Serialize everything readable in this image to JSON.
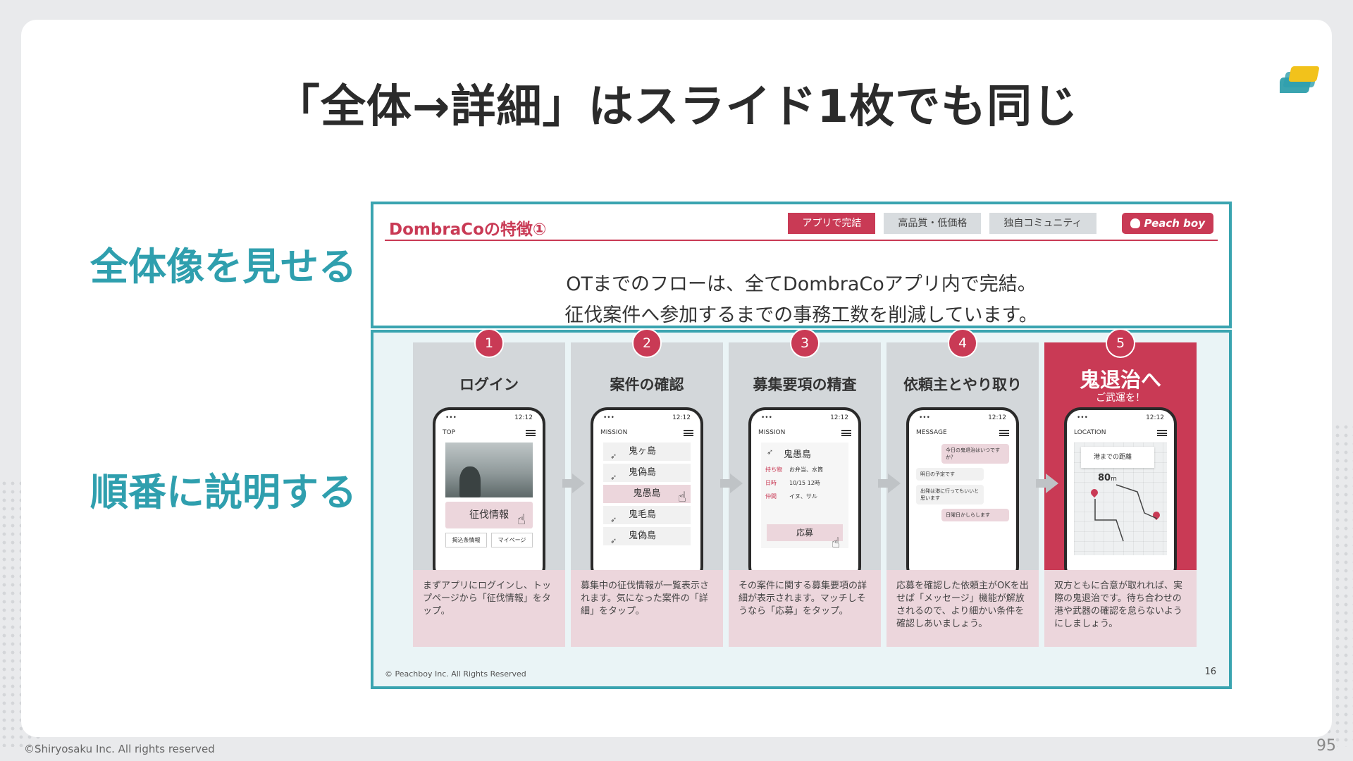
{
  "slide": {
    "title": "「全体→詳細」はスライド1枚でも同じ",
    "label_overview": "全体像を見せる",
    "label_order": "順番に説明する",
    "copyright": "©Shiryosaku Inc. All rights reserved",
    "page_number": "95"
  },
  "colors": {
    "accent": "#3aa4b0",
    "brand": "#c93a55",
    "label": "#2f9fae"
  },
  "inner": {
    "title": "DombraCoの特徴①",
    "tabs": [
      "アプリで完結",
      "高品質・低価格",
      "独自コミュニティ"
    ],
    "brand": "Peach boy",
    "headline_1": "OTまでのフローは、全てDombraCoアプリ内で完結。",
    "headline_2": "征伐案件へ参加するまでの事務工数を削減しています。",
    "footer": "© Peachboy Inc. All Rights Reserved",
    "page": "16",
    "steps": [
      {
        "num": "1",
        "label": "ログイン",
        "desc": "まずアプリにログインし、トップページから「征伐情報」をタップ。"
      },
      {
        "num": "2",
        "label": "案件の確認",
        "desc": "募集中の征伐情報が一覧表示されます。気になった案件の「詳細」をタップ。"
      },
      {
        "num": "3",
        "label": "募集要項の精査",
        "desc": "その案件に関する募集要項の詳細が表示されます。マッチしそうなら「応募」をタップ。"
      },
      {
        "num": "4",
        "label": "依頼主とやり取り",
        "desc": "応募を確認した依頼主がOKを出せば「メッセージ」機能が解放されるので、より細かい条件を確認しあいましょう。"
      },
      {
        "num": "5",
        "label": "鬼退治へ",
        "sub": "ご武運を！",
        "desc": "双方ともに合意が取れれば、実際の鬼退治です。待ち合わせの港や武器の確認を怠らないようにしましょう。"
      }
    ],
    "phones": {
      "status_time": "12:12",
      "p1": {
        "bar": "TOP",
        "button": "征伐情報",
        "mini": [
          "掲込条情報",
          "マイページ"
        ]
      },
      "p2": {
        "bar": "MISSION",
        "items": [
          "鬼ヶ島",
          "鬼偽島",
          "鬼愚島",
          "鬼毛島",
          "鬼偽島"
        ]
      },
      "p3": {
        "bar": "MISSION",
        "title": "鬼愚島",
        "rows": [
          [
            "持ち物",
            "お弁当、水筒"
          ],
          [
            "日時",
            "10/15 12時"
          ],
          [
            "仲間",
            "イヌ、サル"
          ]
        ],
        "button": "応募"
      },
      "p4": {
        "bar": "MESSAGE",
        "bubbles": [
          "今日の鬼退治はいつですか？",
          "明日の予定です",
          "出発は港に行ってもいいと思います",
          "日曜日かしらします"
        ]
      },
      "p5": {
        "bar": "LOCATION",
        "tag": "港までの距離",
        "distance": "80",
        "unit": "m"
      }
    }
  }
}
